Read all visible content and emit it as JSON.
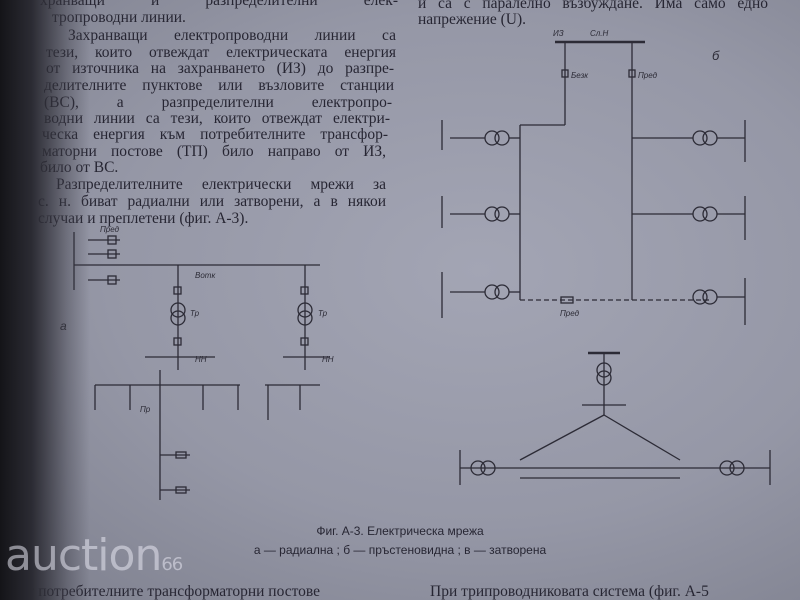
{
  "left_column": {
    "lines": [
      "хранващи и разпределителни елек-",
      "тропроводни линии.",
      "Захранващи електропроводни линии са",
      "тези, които отвеждат електрическата енергия",
      "от източника на захранването (ИЗ) до разпре-",
      "делителните пунктове или възловите станции",
      "(ВС), а разпределителни електропро-",
      "водни линии са тези, които отвеждат електри-",
      "ческа енергия към потребителните трансфор-",
      "маторни постове (ТП) било направо от ИЗ,",
      "било от ВС.",
      "Разпределителните електрически мрежи за",
      "с. н. биват радиални или затворени, а в някои",
      "случаи и преплетени (фиг. А-3)."
    ]
  },
  "right_column": {
    "lines": [
      "и са с паралелно възбуждане. Има само едно",
      "напрежение (U)."
    ]
  },
  "figure": {
    "labels": {
      "a": "а",
      "b": "б",
      "source": "ИЗ",
      "bus": "Сл.Н",
      "pred": "Пред",
      "tr": "Тр",
      "pr": "Пр",
      "nn": "НН",
      "votk": "Вотк",
      "bez": "Безк"
    },
    "caption": "Фиг. А-3. Електрическа мрежа",
    "legend": "а — радиална ; б — пръстеновидна ; в — затворена"
  },
  "bottom": {
    "left": "от потребителните трансформаторни постове",
    "right": "При трипроводниковата система (фиг. А-5"
  },
  "watermark": {
    "text": "auction",
    "suffix": "66"
  }
}
